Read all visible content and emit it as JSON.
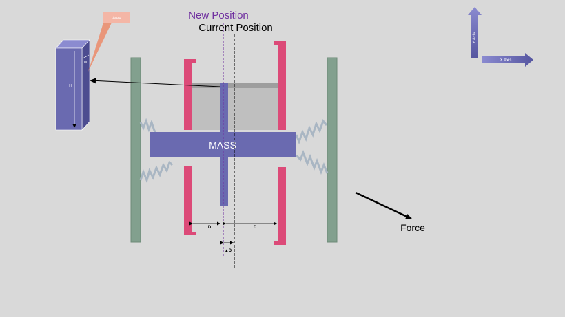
{
  "labels": {
    "new_position": "New Position",
    "current_position": "Current Position",
    "mass": "MASS",
    "force": "Force",
    "area": "Area",
    "height": "H",
    "width": "W",
    "gap_left": "D",
    "gap_right": "D",
    "delta": "▲D",
    "y_axis": "Y Axis",
    "x_axis": "X Axis"
  },
  "colors": {
    "background": "#d9d9d9",
    "frame": "#82a08e",
    "mass": "#6a6ab0",
    "electrode": "#dc4a78",
    "capacitor_fill": "#bfbfbf",
    "capacitor_top": "#9e9e9e",
    "spring": "#a9b6c3",
    "new_position": "#7030a0",
    "area_callout": "#f4b6a6",
    "axis_arrow": "#6b6bb5"
  }
}
